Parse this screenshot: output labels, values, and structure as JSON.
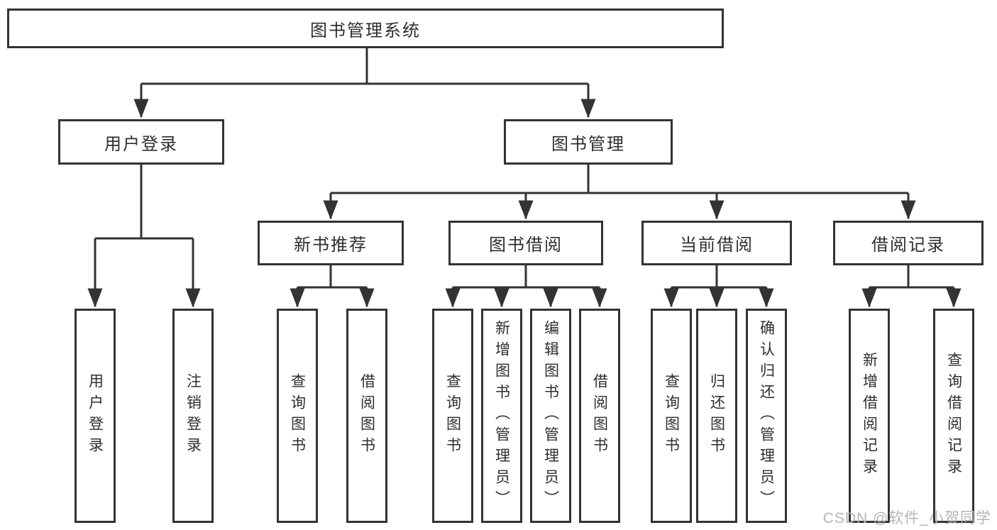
{
  "diagram": {
    "root": "图书管理系统",
    "branches": [
      {
        "label": "用户登录",
        "children": [
          "用户登录",
          "注销登录"
        ]
      },
      {
        "label": "图书管理",
        "sections": [
          {
            "label": "新书推荐",
            "children": [
              "查询图书",
              "借阅图书"
            ]
          },
          {
            "label": "图书借阅",
            "children": [
              "查询图书",
              "新增图书（管理员）",
              "编辑图书（管理员）",
              "借阅图书"
            ]
          },
          {
            "label": "当前借阅",
            "children": [
              "查询图书",
              "归还图书",
              "确认归还（管理员）"
            ]
          },
          {
            "label": "借阅记录",
            "children": [
              "新增借阅记录",
              "查询借阅记录"
            ]
          }
        ]
      }
    ]
  },
  "watermark": {
    "text": "CSDN @软件_小贺同学"
  },
  "colors": {
    "line": "#333333",
    "box_border": "#333333",
    "text": "#2e2e2e",
    "watermark": "#b5b5b5",
    "background": "#ffffff"
  }
}
